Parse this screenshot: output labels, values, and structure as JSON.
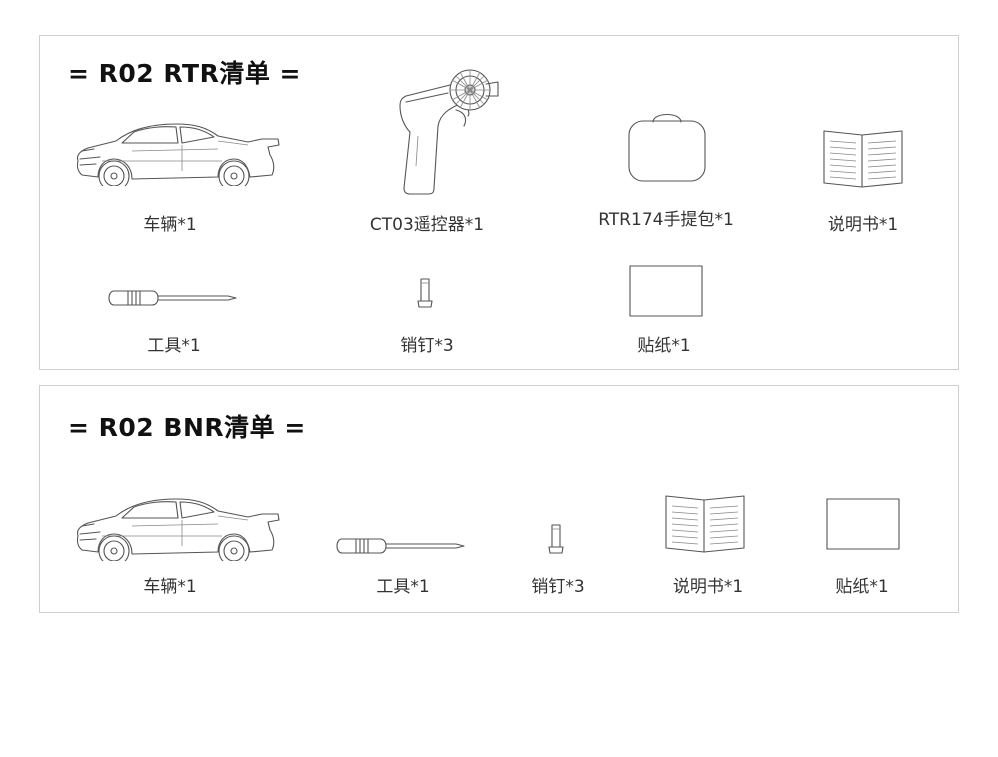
{
  "rtr": {
    "title": "=  R02 RTR清单 =",
    "items": [
      {
        "label": "车辆*1",
        "icon": "car-icon"
      },
      {
        "label": "CT03遥控器*1",
        "icon": "remote-controller-icon"
      },
      {
        "label": "RTR174手提包*1",
        "icon": "handbag-icon"
      },
      {
        "label": "说明书*1",
        "icon": "manual-icon"
      },
      {
        "label": "工具*1",
        "icon": "screwdriver-icon"
      },
      {
        "label": "销钉*3",
        "icon": "pin-icon"
      },
      {
        "label": "贴纸*1",
        "icon": "sticker-icon"
      }
    ]
  },
  "bnr": {
    "title": "=  R02 BNR清单 =",
    "items": [
      {
        "label": "车辆*1",
        "icon": "car-icon"
      },
      {
        "label": "工具*1",
        "icon": "screwdriver-icon"
      },
      {
        "label": "销钉*3",
        "icon": "pin-icon"
      },
      {
        "label": "说明书*1",
        "icon": "manual-icon"
      },
      {
        "label": "贴纸*1",
        "icon": "sticker-icon"
      }
    ]
  }
}
